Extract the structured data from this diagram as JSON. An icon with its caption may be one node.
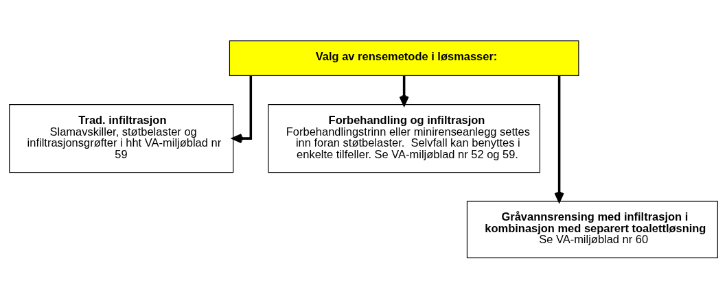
{
  "diagram": {
    "nodes": [
      {
        "text": [
          "Valg av rensemetode i løsmasser:"
        ]
      },
      {
        "text": [
          "Trad. infiltrasjon",
          "Slamavskiller, støtbelaster og infiltrasjonsgrøfter i hht VA-miljøblad nr 59"
        ]
      },
      {
        "text": [
          "Forbehandling og infiltrasjon",
          "Forbehandlingstrinn eller minirenseanlegg settes inn foran støtbelaster.  Selvfall kan benyttes i enkelte tilfeller. Se VA-miljøblad nr 52 og 59."
        ]
      },
      {
        "text": [
          "Gråvannsrensing med infiltrasjon i kombinasjon med separert toalettløsning",
          "Se VA-miljøblad nr 60"
        ]
      }
    ],
    "edges": [
      {
        "from": 0,
        "to": 1,
        "arrow": "to"
      },
      {
        "from": 0,
        "to": 3,
        "arrow": "to"
      },
      {
        "from": 0,
        "to": 2,
        "arrow": "to"
      }
    ]
  }
}
